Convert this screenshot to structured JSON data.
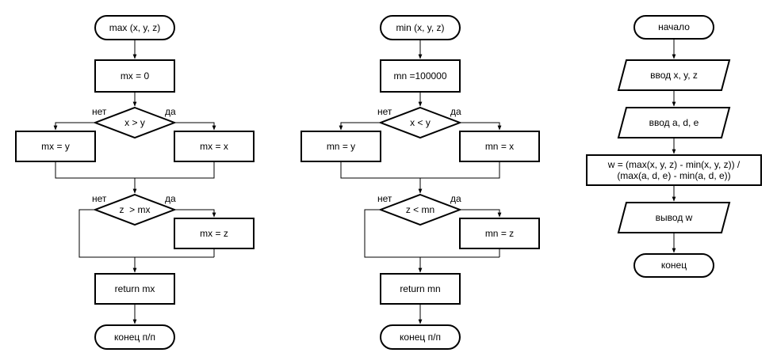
{
  "max_chart": {
    "start": "max (x, y, z)",
    "init": "mx = 0",
    "cond1": "x > y",
    "cond1_no": "нет",
    "cond1_yes": "да",
    "left1": "mx = y",
    "right1": "mx = x",
    "cond2": "z  > mx",
    "cond2_no": "нет",
    "cond2_yes": "да",
    "right2": "mx = z",
    "ret": "return mx",
    "end": "конец п/п"
  },
  "min_chart": {
    "start": "min (x, y, z)",
    "init": "mn =100000",
    "cond1": "x < y",
    "cond1_no": "нет",
    "cond1_yes": "да",
    "left1": "mn = y",
    "right1": "mn = x",
    "cond2": "z < mn",
    "cond2_no": "нет",
    "cond2_yes": "да",
    "right2": "mn = z",
    "ret": "return mn",
    "end": "конец п/п"
  },
  "main_chart": {
    "start": "начало",
    "input1": "ввод x, y, z",
    "input2": "ввод a, d, e",
    "calc_line1": "w = (max(x, y, z) - min(x, y, z)) /",
    "calc_line2": "(max(a, d, e) - min(a, d, e))",
    "output": "вывод w",
    "end": "конец"
  }
}
